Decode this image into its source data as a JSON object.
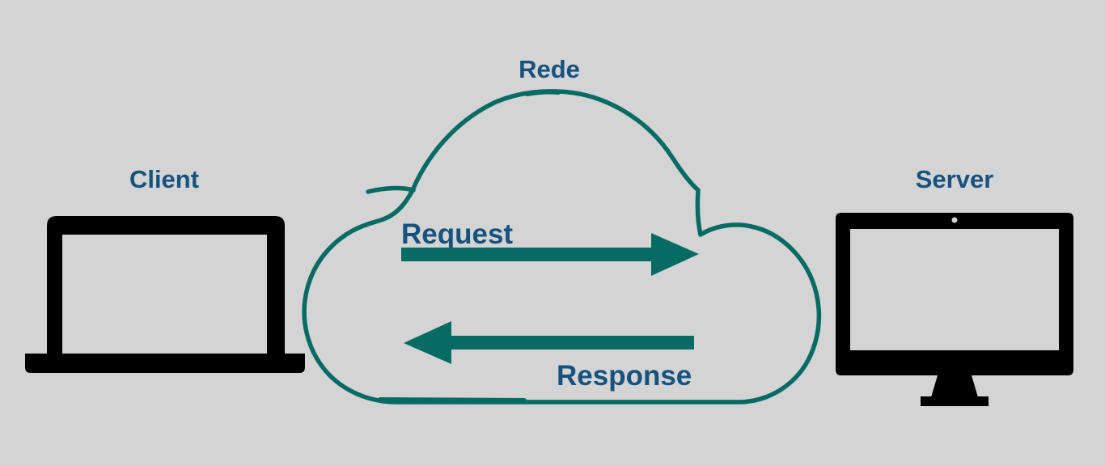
{
  "diagram": {
    "title": "Client-Network-Server request/response diagram",
    "background_color": "#d4d4d4",
    "accent_teal": "#056b63",
    "label_blue": "#15527e",
    "device_black": "#000000",
    "nodes": [
      {
        "id": "client",
        "label": "Client",
        "icon": "laptop-icon"
      },
      {
        "id": "network",
        "label": "Rede",
        "icon": "cloud-icon"
      },
      {
        "id": "server",
        "label": "Server",
        "icon": "desktop-monitor-icon"
      }
    ],
    "flows": [
      {
        "id": "request",
        "label": "Request",
        "direction": "left-to-right",
        "from": "client",
        "to": "server",
        "color": "#056b63"
      },
      {
        "id": "response",
        "label": "Response",
        "direction": "right-to-left",
        "from": "server",
        "to": "client",
        "color": "#056b63"
      }
    ]
  }
}
